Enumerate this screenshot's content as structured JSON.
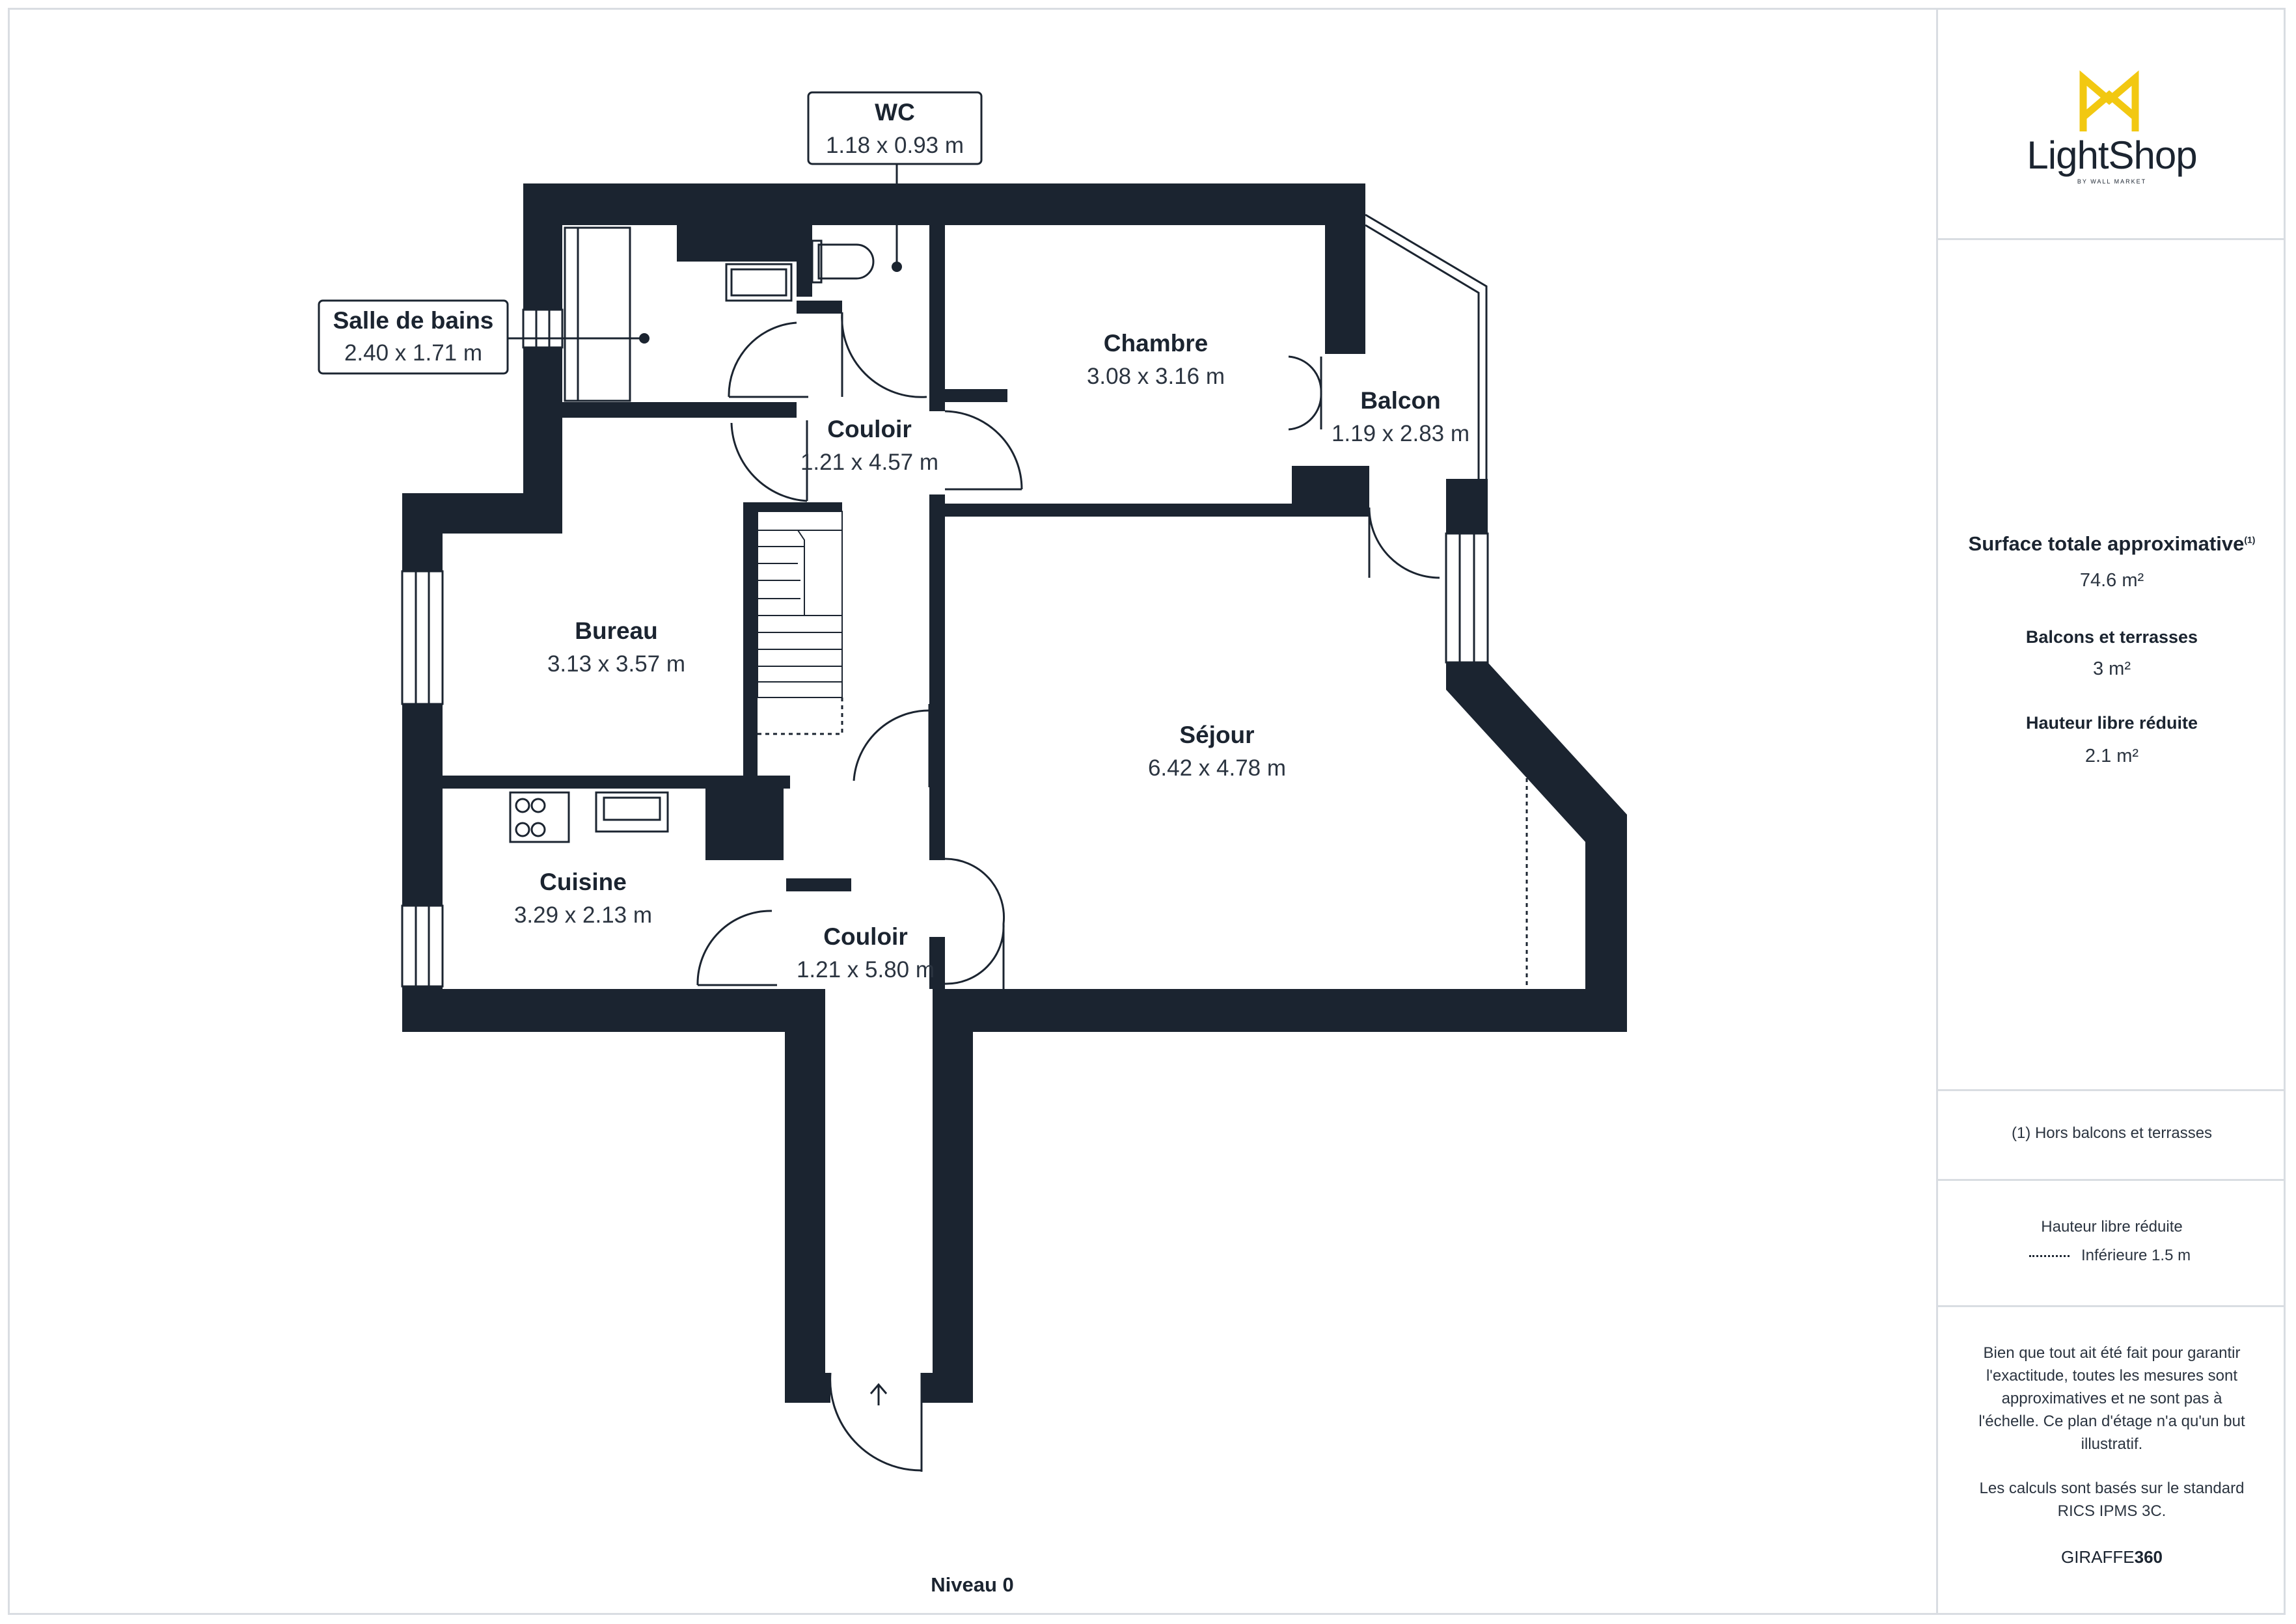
{
  "brand": {
    "name": "LightShop",
    "sub": "BY WALL MARKET",
    "accent": "#f2c811"
  },
  "rooms": {
    "wc": {
      "name": "WC",
      "dim": "1.18 x 0.93 m"
    },
    "sdb": {
      "name": "Salle de bains",
      "dim": "2.40 x 1.71 m"
    },
    "chambre": {
      "name": "Chambre",
      "dim": "3.08 x 3.16 m"
    },
    "balcon": {
      "name": "Balcon",
      "dim": "1.19 x 2.83 m"
    },
    "couloir1": {
      "name": "Couloir",
      "dim": "1.21 x 4.57 m"
    },
    "bureau": {
      "name": "Bureau",
      "dim": "3.13 x 3.57 m"
    },
    "sejour": {
      "name": "Séjour",
      "dim": "6.42 x 4.78 m"
    },
    "cuisine": {
      "name": "Cuisine",
      "dim": "3.29 x 2.13 m"
    },
    "couloir2": {
      "name": "Couloir",
      "dim": "1.21 x 5.80 m"
    }
  },
  "level": "Niveau 0",
  "summary": {
    "total_label": "Surface totale approximative",
    "total_sup": "(1)",
    "total_value": "74.6 m²",
    "balcony_label": "Balcons et terrasses",
    "balcony_value": "3 m²",
    "height_label": "Hauteur libre réduite",
    "height_value": "2.1 m²"
  },
  "footnote": "(1) Hors balcons et terrasses",
  "legend": {
    "title": "Hauteur libre réduite",
    "item": "Inférieure 1.5 m"
  },
  "disclaimer": [
    "Bien que tout ait été fait pour garantir",
    "l'exactitude, toutes les mesures sont",
    "approximatives et ne sont pas à",
    "l'échelle. Ce plan d'étage n'a qu'un but",
    "illustratif."
  ],
  "standard": [
    "Les calculs sont basés sur le standard",
    "RICS IPMS 3C."
  ],
  "credit": {
    "a": "GIRAFFE",
    "b": "360"
  }
}
